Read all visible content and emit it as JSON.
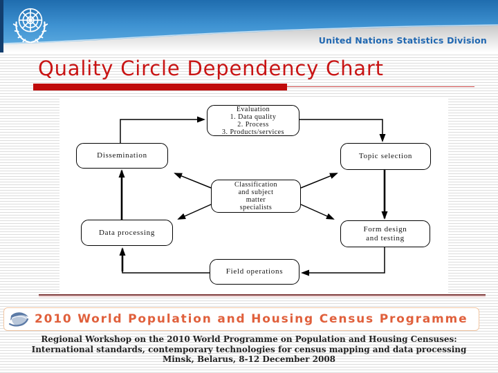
{
  "header": {
    "division_label": "United Nations Statistics Division",
    "emblem_icon": "un-emblem-icon"
  },
  "slide": {
    "title": "Quality Circle Dependency Chart"
  },
  "diagram": {
    "nodes": {
      "evaluation": {
        "lines": [
          "Evaluation",
          "1. Data quality",
          "2. Process",
          "3. Products/services"
        ]
      },
      "dissemination": {
        "label": "Dissemination"
      },
      "topic_selection": {
        "label": "Topic selection"
      },
      "classification": {
        "lines": [
          "Classification",
          "and subject",
          "matter",
          "specialists"
        ]
      },
      "data_processing": {
        "label": "Data processing"
      },
      "form_design": {
        "lines": [
          "Form design",
          "and testing"
        ]
      },
      "field_operations": {
        "label": "Field operations"
      }
    },
    "edges": [
      {
        "from": "dissemination",
        "to": "evaluation"
      },
      {
        "from": "evaluation",
        "to": "topic_selection"
      },
      {
        "from": "topic_selection",
        "to": "form_design"
      },
      {
        "from": "form_design",
        "to": "field_operations"
      },
      {
        "from": "field_operations",
        "to": "data_processing"
      },
      {
        "from": "data_processing",
        "to": "dissemination"
      },
      {
        "from": "classification",
        "to": "dissemination"
      },
      {
        "from": "classification",
        "to": "topic_selection"
      },
      {
        "from": "classification",
        "to": "data_processing"
      },
      {
        "from": "classification",
        "to": "form_design"
      }
    ]
  },
  "program_banner": {
    "label": "2010 World Population and Housing Census Programme",
    "logo_icon": "census-globe-icon"
  },
  "footer": {
    "line1": "Regional Workshop on the 2010 World Programme on Population and Housing Censuses:",
    "line2": "International standards, contemporary technologies for census mapping and data processing",
    "line3": "Minsk, Belarus, 8-12 December 2008"
  },
  "colors": {
    "title_red": "#c81414",
    "bar_red": "#c00c0c",
    "banner_blue_top": "#1f6cae",
    "banner_blue_bottom": "#66b2e4",
    "division_blue": "#2067b0",
    "program_orange": "#e0603c",
    "separator_maroon": "#7b3333"
  }
}
